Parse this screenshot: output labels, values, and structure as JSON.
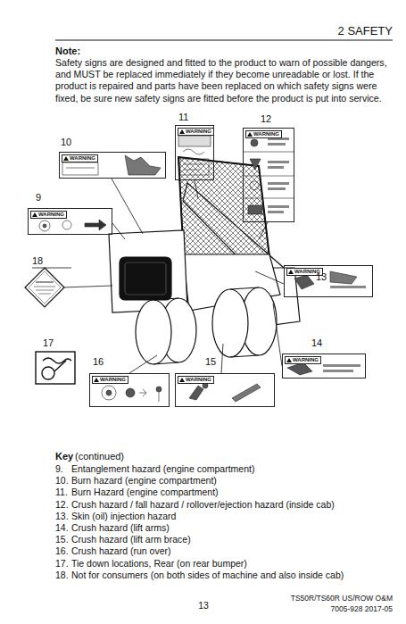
{
  "diagram": {
    "title": "2 SAFETY",
    "nodes": [
      {
        "text": [
          "WARNING"
        ]
      },
      {
        "text": [
          "WARNING"
        ]
      },
      {
        "text": [
          "WARNING"
        ]
      },
      {
        "text": [
          "WARNING"
        ]
      },
      {
        "text": [
          "WARNING"
        ]
      },
      {
        "text": [
          "WARNING"
        ]
      },
      {
        "text": [
          "WARNING"
        ]
      },
      {
        "text": [
          "WARNING"
        ]
      }
    ],
    "labels": [
      "Note:",
      "Safety signs are designed and fitted to the product to warn of possible dangers, and MUST be replaced immediately if they become unreadable or lost. If the product is repaired and parts have been replaced on which safety signs were fixed, be sure new safety signs are fitted before the product is put into service.",
      "11",
      "12",
      "10",
      "9",
      "18",
      "13",
      "17",
      "14",
      "16",
      "15",
      "Key",
      "(continued)",
      "9.",
      "Entanglement hazard (engine compartment)",
      "10.",
      "Burn hazard (engine compartment)",
      "11.",
      "Burn Hazard (engine compartment)",
      "12.",
      "Crush hazard / fall hazard / rollover/ejection hazard (inside cab)",
      "13.",
      "Skin (oil) injection hazard",
      "14.",
      "Crush hazard (lift arms)",
      "15.",
      "Crush hazard (lift arm brace)",
      "16.",
      "Crush hazard (run over)",
      "17.",
      "Tie down locations, Rear (on rear bumper)",
      "18.",
      "Not for consumers (on both sides of machine and also inside cab)",
      "13",
      "TS50R/TS60R US/ROW O&M",
      "7005-928 2017-05"
    ]
  }
}
